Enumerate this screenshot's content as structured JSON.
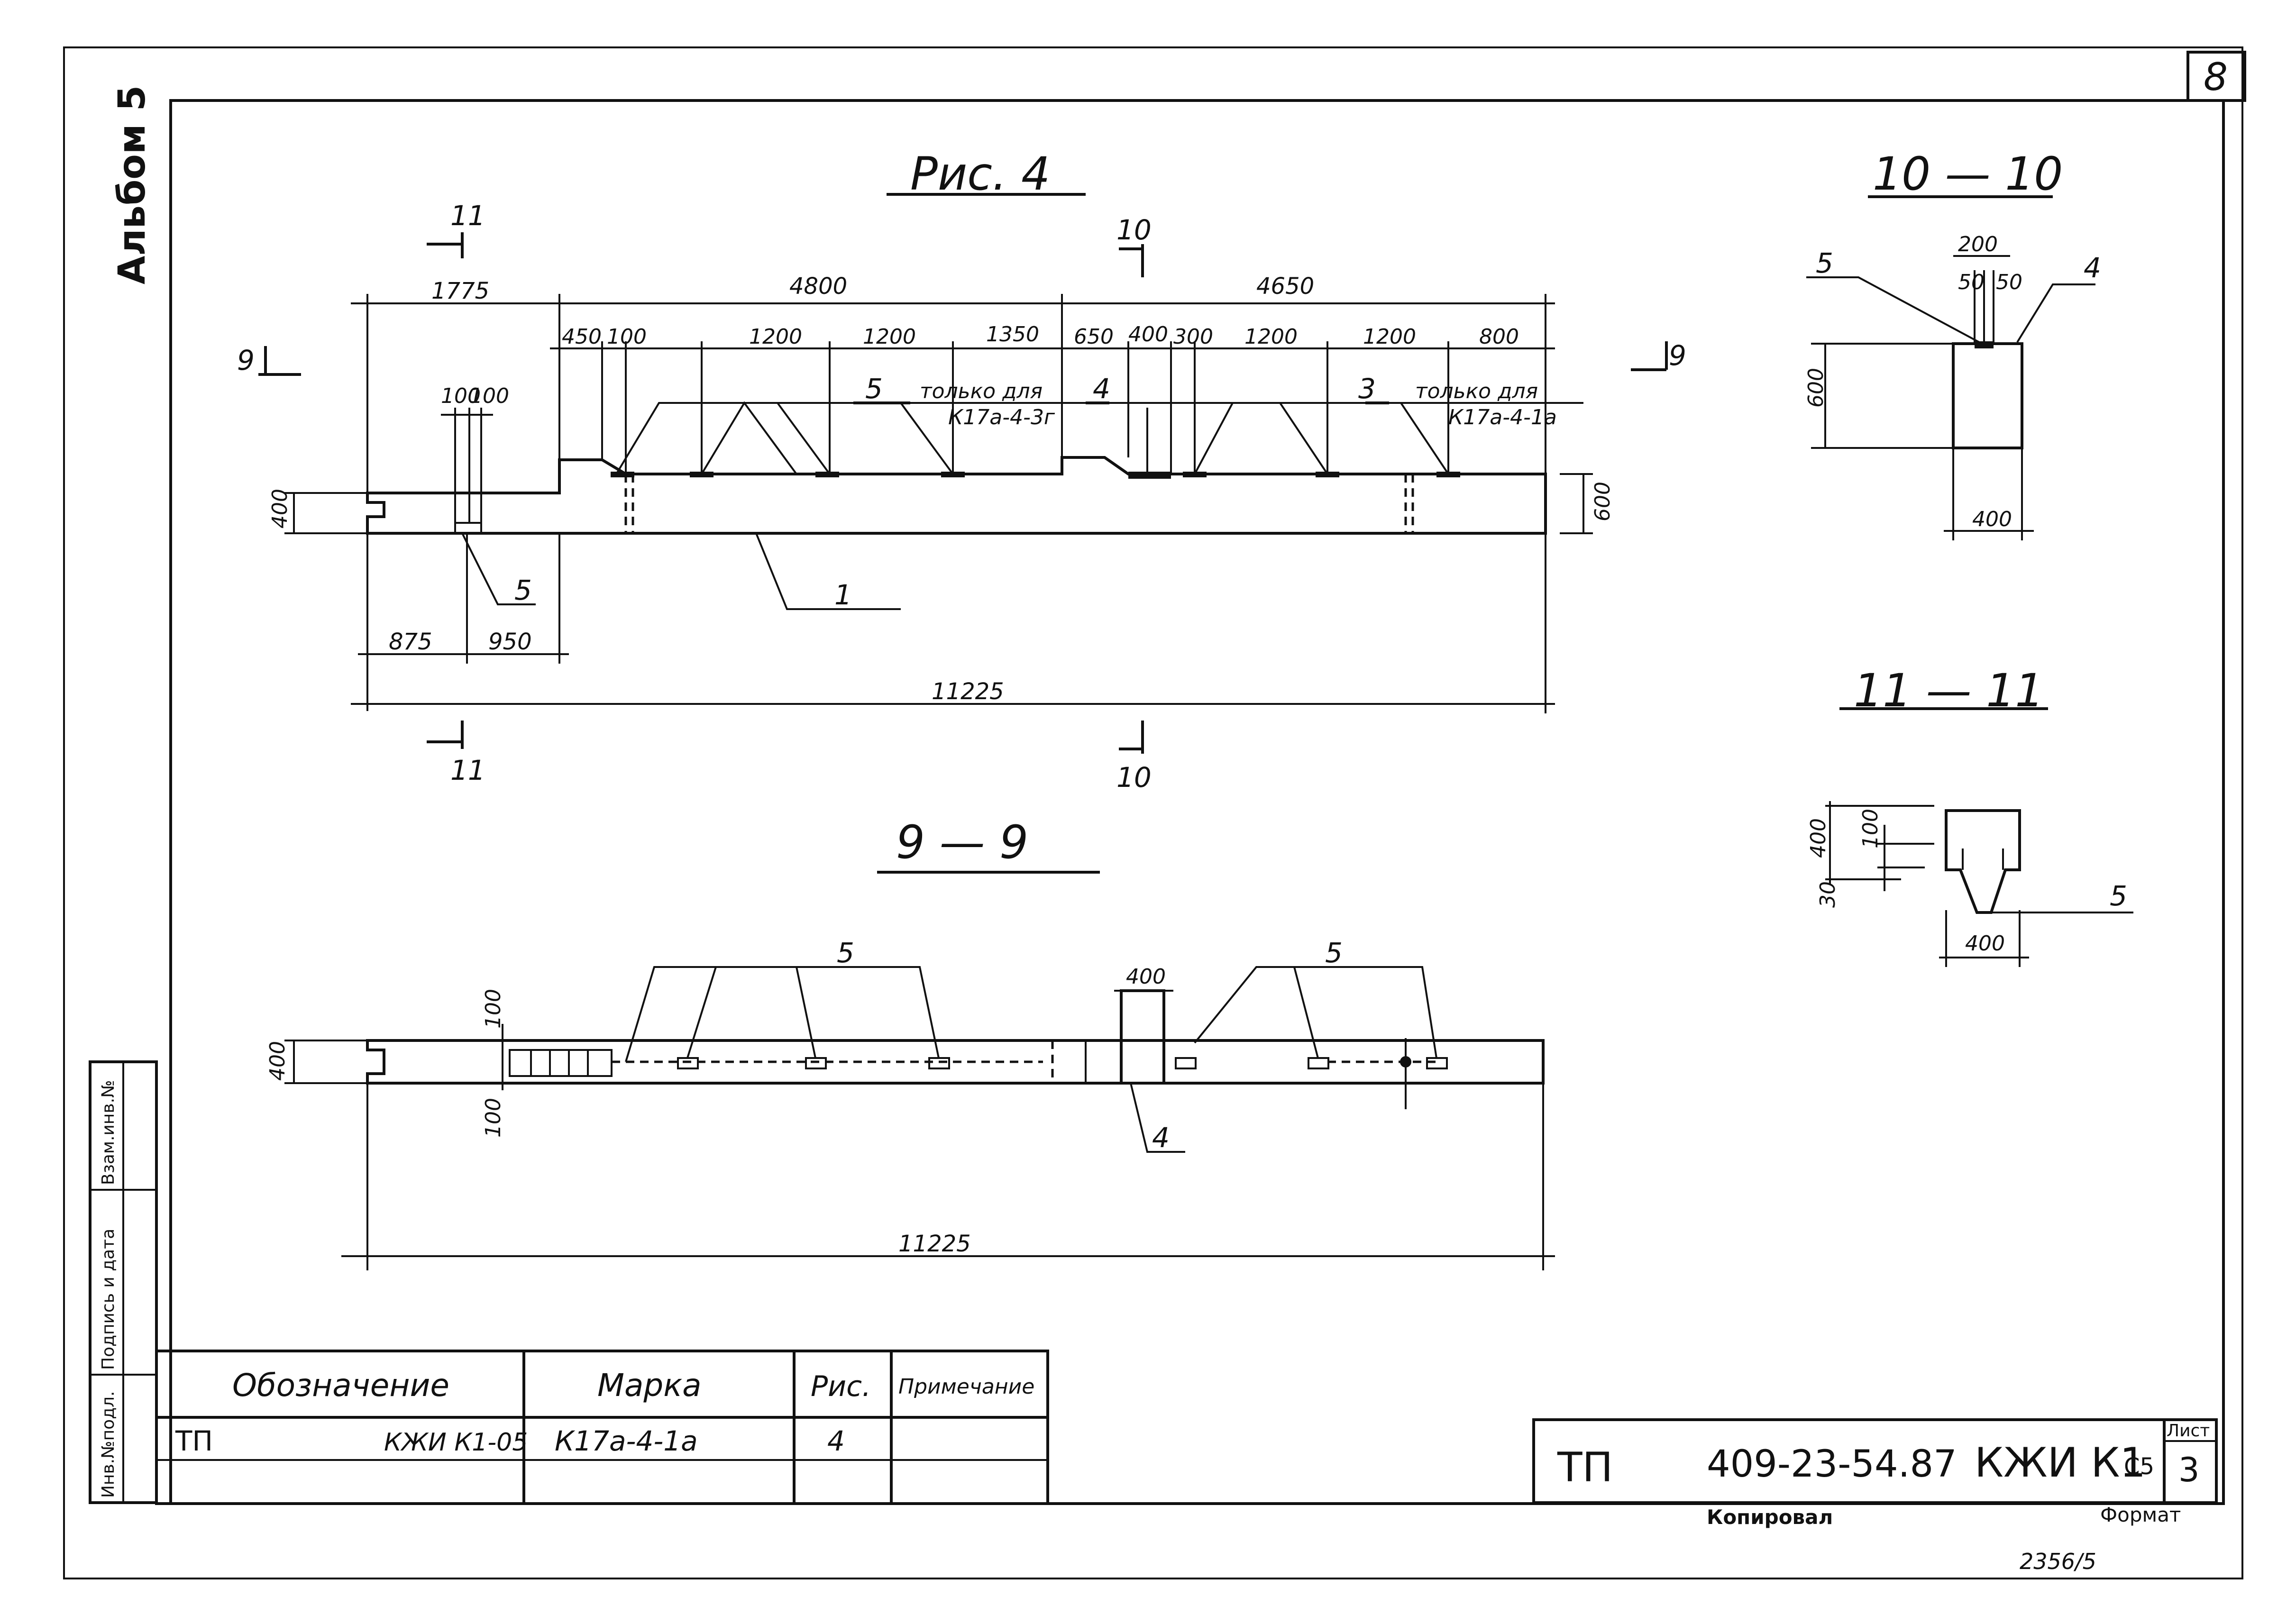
{
  "sheet": {
    "page_number": "8",
    "album": "Альбом 5",
    "copied_by_label": "Копировал",
    "format_label": "Формат",
    "archive_number": "2356/5"
  },
  "side_stamp": {
    "inv_orig": "Инв.№подл.",
    "sign_date": "Подпись и дата",
    "inv_replace": "Взам.инв.№"
  },
  "figure4": {
    "title": "Рис. 4",
    "section_marks": {
      "s9": "9",
      "s10": "10",
      "s11": "11"
    },
    "dims_top": [
      "1775",
      "4800",
      "4650"
    ],
    "dims_second": [
      "450",
      "100",
      "1200",
      "1200",
      "1350",
      "650",
      "400",
      "300",
      "1200",
      "1200",
      "800"
    ],
    "dims_small": [
      "100",
      "100"
    ],
    "dims_bottom": [
      "875",
      "950",
      "11225"
    ],
    "height_left": "400",
    "height_right": "600",
    "labels": {
      "note_left_num": "5",
      "note_left_text1": "только для",
      "note_left_text2": "К17а-4-3г",
      "note_mid_num": "4",
      "note_right_num": "3",
      "note_right_text1": "только для",
      "note_right_text2": "К17а-4-1а",
      "pos1": "1",
      "pos5": "5"
    }
  },
  "section_99": {
    "title": "9 — 9",
    "dims": [
      "400",
      "100",
      "100",
      "400",
      "11225"
    ],
    "labels": {
      "pos5a": "5",
      "pos5b": "5",
      "pos4": "4"
    }
  },
  "section_1010": {
    "title": "10 — 10",
    "dims": [
      "200",
      "50",
      "50",
      "600",
      "400"
    ],
    "labels": {
      "pos5": "5",
      "pos4": "4"
    }
  },
  "section_1111": {
    "title": "11 — 11",
    "dims": [
      "400",
      "100",
      "30",
      "400"
    ],
    "labels": {
      "pos5": "5"
    }
  },
  "spec_table": {
    "headers": [
      "Обозначение",
      "Марка",
      "Рис.",
      "Примечание"
    ],
    "row": {
      "designation_prefix": "ТП",
      "designation": "КЖИ К1-05",
      "mark": "К17а-4-1а",
      "fig": "4",
      "note": ""
    }
  },
  "title_block": {
    "prefix": "ТП",
    "code": "409-23-54.87",
    "suffix": "КЖИ К1",
    "suffix_small": "С5",
    "sheet_label": "Лист",
    "sheet_number": "3"
  }
}
